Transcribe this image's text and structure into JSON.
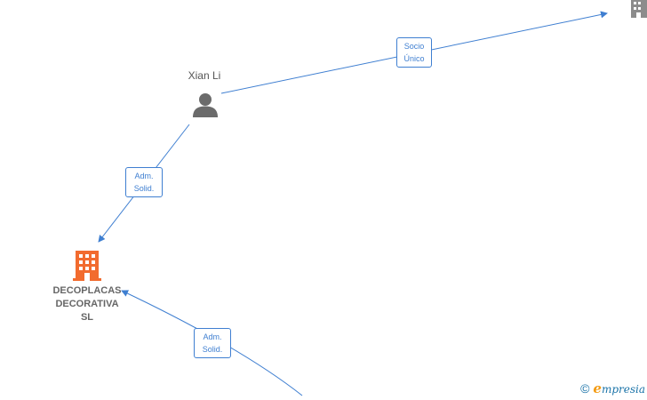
{
  "colors": {
    "edge": "#3f7fd1",
    "company_active": "#f26b2e",
    "company_other": "#8c8c8c",
    "person": "#6b6b6b"
  },
  "nodes": {
    "person": {
      "name": "Xian Li",
      "icon": "person-icon"
    },
    "company_main": {
      "name_lines": [
        "DECOPLACAS",
        "DECORATIVA",
        "SL"
      ],
      "icon": "building-icon"
    },
    "company_topright": {
      "icon": "building-icon"
    }
  },
  "edges": {
    "socio": {
      "line1": "Socio",
      "line2": "Único"
    },
    "adm_upper": {
      "line1": "Adm.",
      "line2": "Solid."
    },
    "adm_lower": {
      "line1": "Adm.",
      "line2": "Solid."
    }
  },
  "watermark": {
    "copyright_symbol": "©",
    "brand_initial": "e",
    "brand_rest": "mpresia"
  }
}
